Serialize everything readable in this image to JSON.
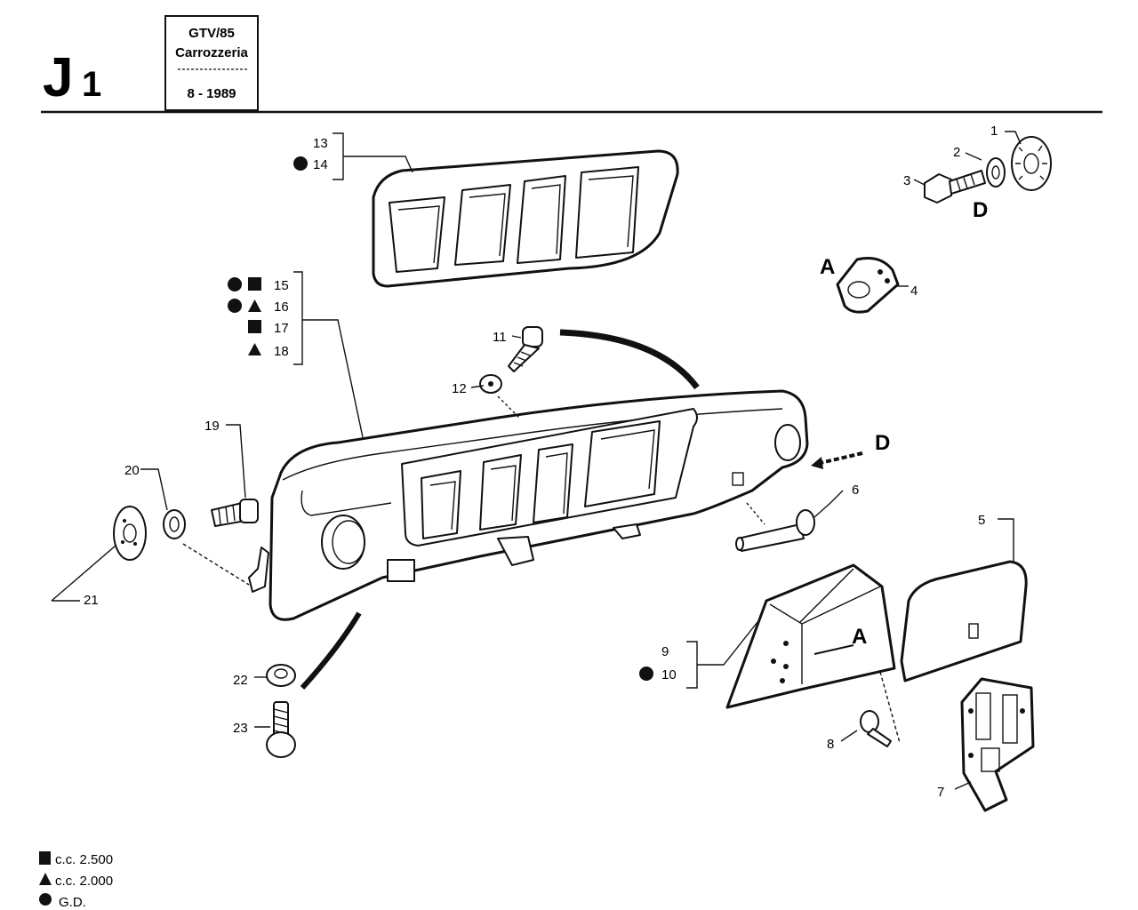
{
  "header": {
    "sheet_code": "J",
    "sheet_sub": "1",
    "model": "GTV/85",
    "section": "Carrozzeria",
    "date": "8 - 1989"
  },
  "markers": {
    "A": "A",
    "D": "D"
  },
  "callouts": {
    "p1": "1",
    "p2": "2",
    "p3": "3",
    "p4": "4",
    "p5": "5",
    "p6": "6",
    "p7": "7",
    "p8": "8",
    "p9": "9",
    "p10": "10",
    "p11": "11",
    "p12": "12",
    "p13": "13",
    "p14": "14",
    "p15": "15",
    "p16": "16",
    "p17": "17",
    "p18": "18",
    "p19": "19",
    "p20": "20",
    "p21": "21",
    "p22": "22",
    "p23": "23"
  },
  "legend": {
    "square": "c.c. 2.500",
    "triangle": "c.c. 2.000",
    "circle": "G.D."
  }
}
